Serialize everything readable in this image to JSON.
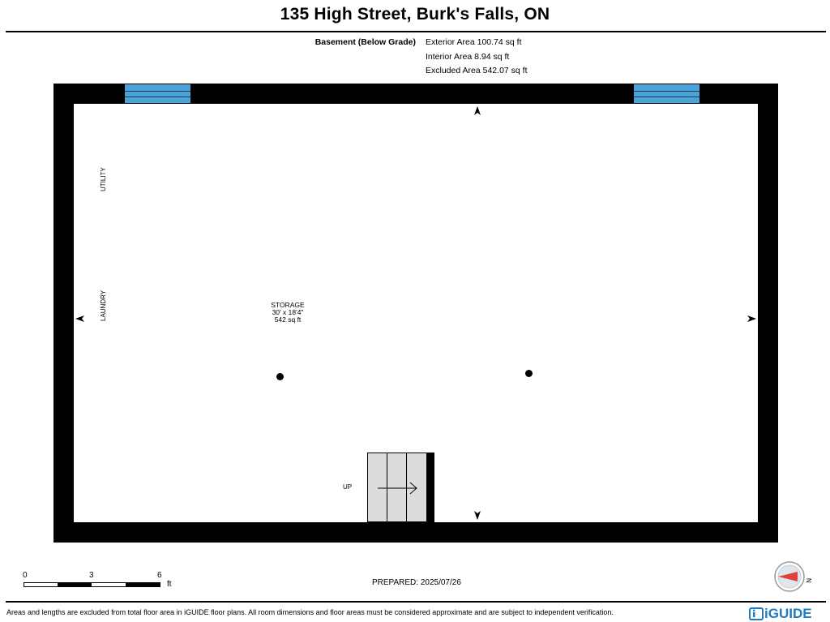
{
  "title": "135 High Street, Burk's Falls, ON",
  "level": {
    "name": "Basement (Below Grade)",
    "exterior_area": "Exterior Area 100.74 sq ft",
    "interior_area": "Interior Area 8.94 sq ft",
    "excluded_area": "Excluded Area 542.07 sq ft"
  },
  "rooms": {
    "storage_name": "STORAGE",
    "storage_dims": "30' x 18'4\"",
    "storage_area": "542 sq ft",
    "utility": "UTILITY",
    "laundry": "LAUNDRY",
    "stairs_label": "UP"
  },
  "scale": {
    "ticks": [
      "0",
      "3",
      "6"
    ],
    "unit": "ft"
  },
  "prepared": "PREPARED: 2025/07/26",
  "footer": {
    "disclaimer": "Areas and lengths are excluded from total floor area in iGUIDE floor plans. All room dimensions and floor areas must be considered approximate and are subject to independent verification.",
    "brand": "iGUIDE"
  },
  "colors": {
    "window": "#4aa3d9",
    "brand": "#1e7bbf",
    "compass": "#e0413a"
  },
  "icons": {
    "compass": "compass-icon",
    "arrow": "direction-arrow-icon"
  }
}
